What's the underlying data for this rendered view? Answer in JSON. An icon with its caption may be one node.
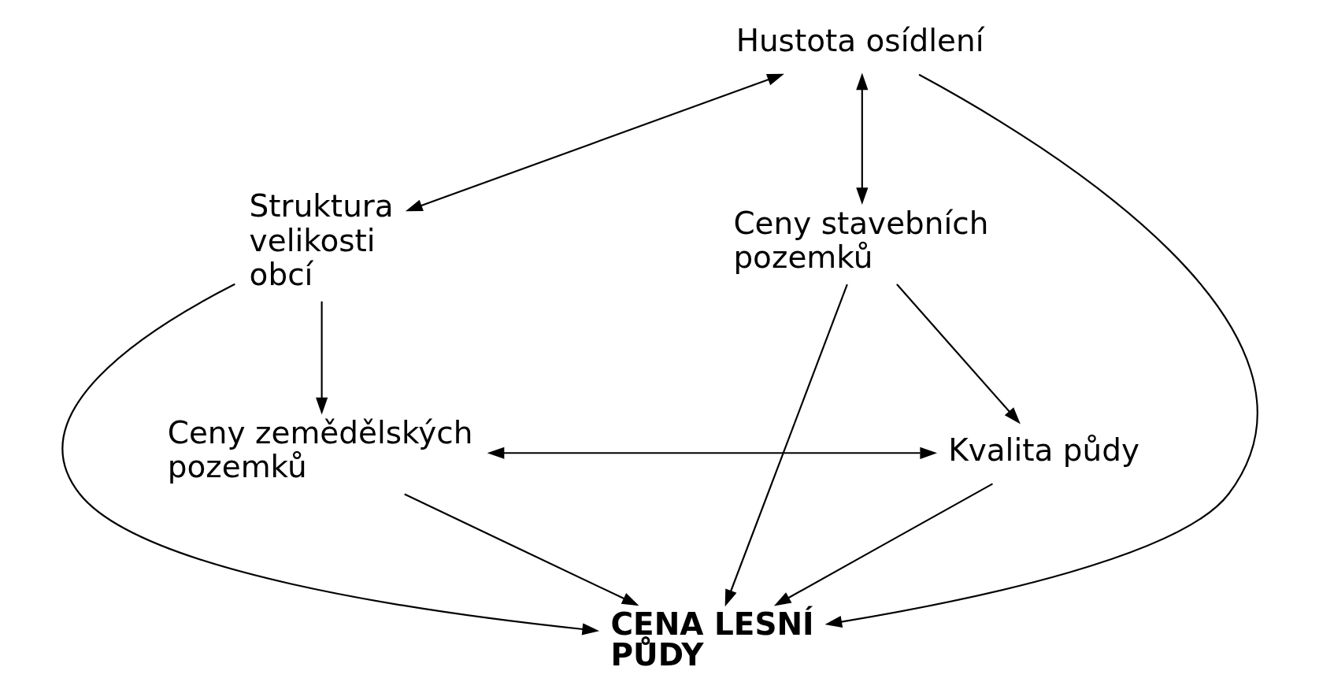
{
  "diagram": {
    "nodes": [
      {
        "text": [
          "Hustota osídlení"
        ]
      },
      {
        "text": [
          "Struktura velikosti obcí"
        ]
      },
      {
        "text": [
          "Ceny stavebních pozemků"
        ]
      },
      {
        "text": [
          "CENA LESNÍ PŮDY"
        ]
      },
      {
        "text": [
          "Ceny zemědělských pozemků"
        ]
      },
      {
        "text": [
          "Kvalita půdy"
        ]
      }
    ],
    "edges": [
      {
        "from": 0,
        "to": 1,
        "arrow": "both"
      },
      {
        "from": 0,
        "to": 2,
        "arrow": "both"
      },
      {
        "from": 0,
        "to": 3,
        "arrow": "to"
      },
      {
        "from": 1,
        "to": 3,
        "arrow": "to"
      },
      {
        "from": 2,
        "to": 3,
        "arrow": "to"
      },
      {
        "from": 1,
        "to": 4,
        "arrow": "to"
      },
      {
        "from": 4,
        "to": 3,
        "arrow": "to"
      },
      {
        "from": 2,
        "to": 5,
        "arrow": "to"
      },
      {
        "from": 5,
        "to": 3,
        "arrow": "to"
      },
      {
        "from": 4,
        "to": 5,
        "arrow": "both"
      }
    ]
  }
}
